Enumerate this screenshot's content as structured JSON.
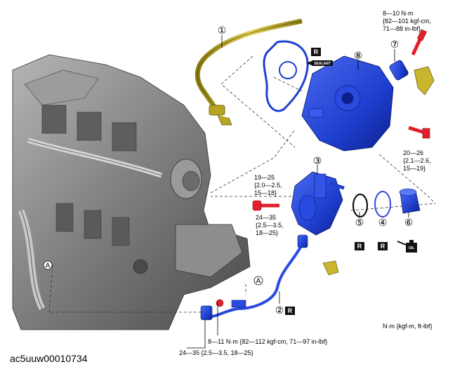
{
  "diagram": {
    "callouts": [
      {
        "id": "c1",
        "number": "①"
      },
      {
        "id": "c2",
        "number": "②"
      },
      {
        "id": "c3",
        "number": "③"
      },
      {
        "id": "c4",
        "number": "④"
      },
      {
        "id": "c5",
        "number": "⑤"
      },
      {
        "id": "c6",
        "number": "⑥"
      },
      {
        "id": "c7",
        "number": "⑦"
      },
      {
        "id": "c8",
        "number": "⑧"
      }
    ],
    "ref_marker": "A",
    "replace_badge": "R",
    "sealant_label": "SEALANT",
    "oil_label": "OIL",
    "torque": {
      "t7": [
        "8—10 N·m",
        "{82—101 kgf-cm,",
        "71—88 in-lbf}"
      ],
      "t8": [
        "20—26",
        "{2.1—2.6,",
        "15—19}"
      ],
      "t3": [
        "19—25",
        "{2.0—2.5,",
        "15—18}"
      ],
      "t3b": [
        "24—35",
        "{2.5—3.5,",
        "18—25}"
      ],
      "t2": "8—11 N·m {82—112 kgf-cm, 71—97 in-lbf}",
      "t2b": "24—35 {2.5—3.5, 18—25}"
    },
    "units_note": "N·m {kgf-m, ft-lbf}",
    "figure_code": "ac5uuw00010734"
  },
  "colors": {
    "pump_blue": "#1f3fd0",
    "pipe_yellow": "#c8b42a",
    "bolt_red": "#e0202a",
    "engine_gray": "#8a8a8a"
  }
}
